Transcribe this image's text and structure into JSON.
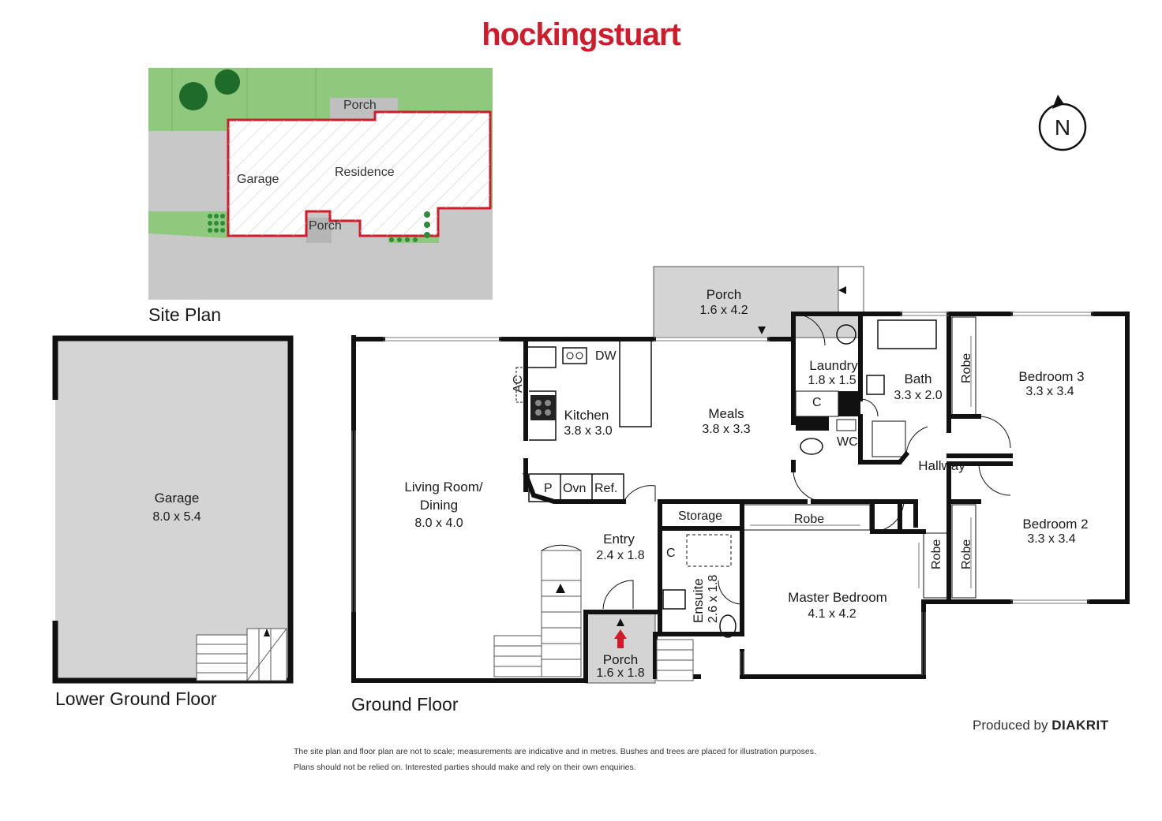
{
  "brand": "hockingstuart",
  "compass": "N",
  "site_plan": {
    "caption": "Site Plan",
    "residence": "Residence",
    "garage": "Garage",
    "porch_top": "Porch",
    "porch_bottom": "Porch"
  },
  "lower_ground": {
    "caption": "Lower Ground Floor",
    "garage_name": "Garage",
    "garage_dim": "8.0 x 5.4"
  },
  "ground": {
    "caption": "Ground Floor",
    "rooms": {
      "porch_back": {
        "name": "Porch",
        "dim": "1.6 x 4.2"
      },
      "laundry": {
        "name": "Laundry",
        "dim": "1.8 x 1.5"
      },
      "bath": {
        "name": "Bath",
        "dim": "3.3 x 2.0"
      },
      "bedroom3": {
        "name": "Bedroom 3",
        "dim": "3.3 x 3.4"
      },
      "kitchen": {
        "name": "Kitchen",
        "dim": "3.8 x 3.0"
      },
      "meals": {
        "name": "Meals",
        "dim": "3.8 x 3.3"
      },
      "living": {
        "name1": "Living Room/",
        "name2": "Dining",
        "dim": "8.0 x 4.0"
      },
      "entry": {
        "name": "Entry",
        "dim": "2.4 x 1.8"
      },
      "hallway": {
        "name": "Hallway"
      },
      "bedroom2": {
        "name": "Bedroom 2",
        "dim": "3.3 x 3.4"
      },
      "master": {
        "name": "Master Bedroom",
        "dim": "4.1 x 4.2"
      },
      "ensuite": {
        "name": "Ensuite",
        "dim": "2.6 x 1.8"
      },
      "porch_front": {
        "name": "Porch",
        "dim": "1.6 x 1.8"
      }
    },
    "fixtures": {
      "dw": "DW",
      "ac": "AC",
      "p": "P",
      "ovn": "Ovn",
      "ref": "Ref.",
      "storage": "Storage",
      "robe_master": "Robe",
      "robe_b3": "Robe",
      "robe_b2": "Robe",
      "robe_master_side": "Robe",
      "c_laundry": "C",
      "c_entry": "C",
      "wc": "WC"
    }
  },
  "footer": {
    "line1": "The site plan and floor plan are not to scale; measurements are indicative and in metres. Bushes and trees are placed for illustration purposes.",
    "line2": "Plans should not be relied on. Interested parties should make and rely on their own enquiries.",
    "produced_prefix": "Produced by",
    "produced_brand": "DIAKRIT"
  },
  "colors": {
    "brand_red": "#d11a2a",
    "grass": "#8fc97e",
    "paving": "#c8c8c8",
    "garage_fill": "#d4d4d4",
    "wall": "#111111"
  }
}
